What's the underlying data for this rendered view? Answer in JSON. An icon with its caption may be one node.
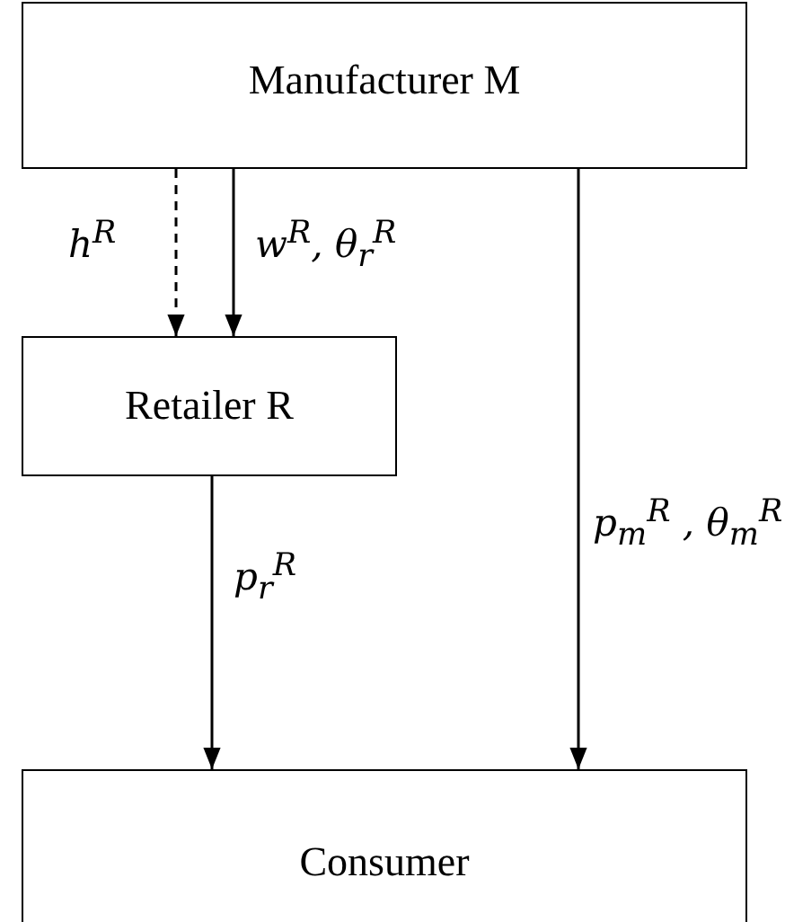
{
  "diagram": {
    "nodes": [
      {
        "text": [
          "Manufacturer M"
        ]
      },
      {
        "text": [
          "Retailer R"
        ]
      },
      {
        "text": [
          "Consumer"
        ]
      }
    ],
    "edges": [
      {
        "from": 0,
        "to": 1,
        "arrow": "to",
        "label": "h$^{R}$",
        "style": "dashed"
      },
      {
        "from": 0,
        "to": 1,
        "arrow": "to",
        "label": "w$^{R}$, θ$_{r}$$^{R}$"
      },
      {
        "from": 1,
        "to": 2,
        "arrow": "to",
        "label": "p$_{r}$$^{R}$"
      },
      {
        "from": 0,
        "to": 2,
        "arrow": "to",
        "label": "p$_{m}$$^{R}$ , θ$_{m}$$^{R}$"
      }
    ]
  }
}
